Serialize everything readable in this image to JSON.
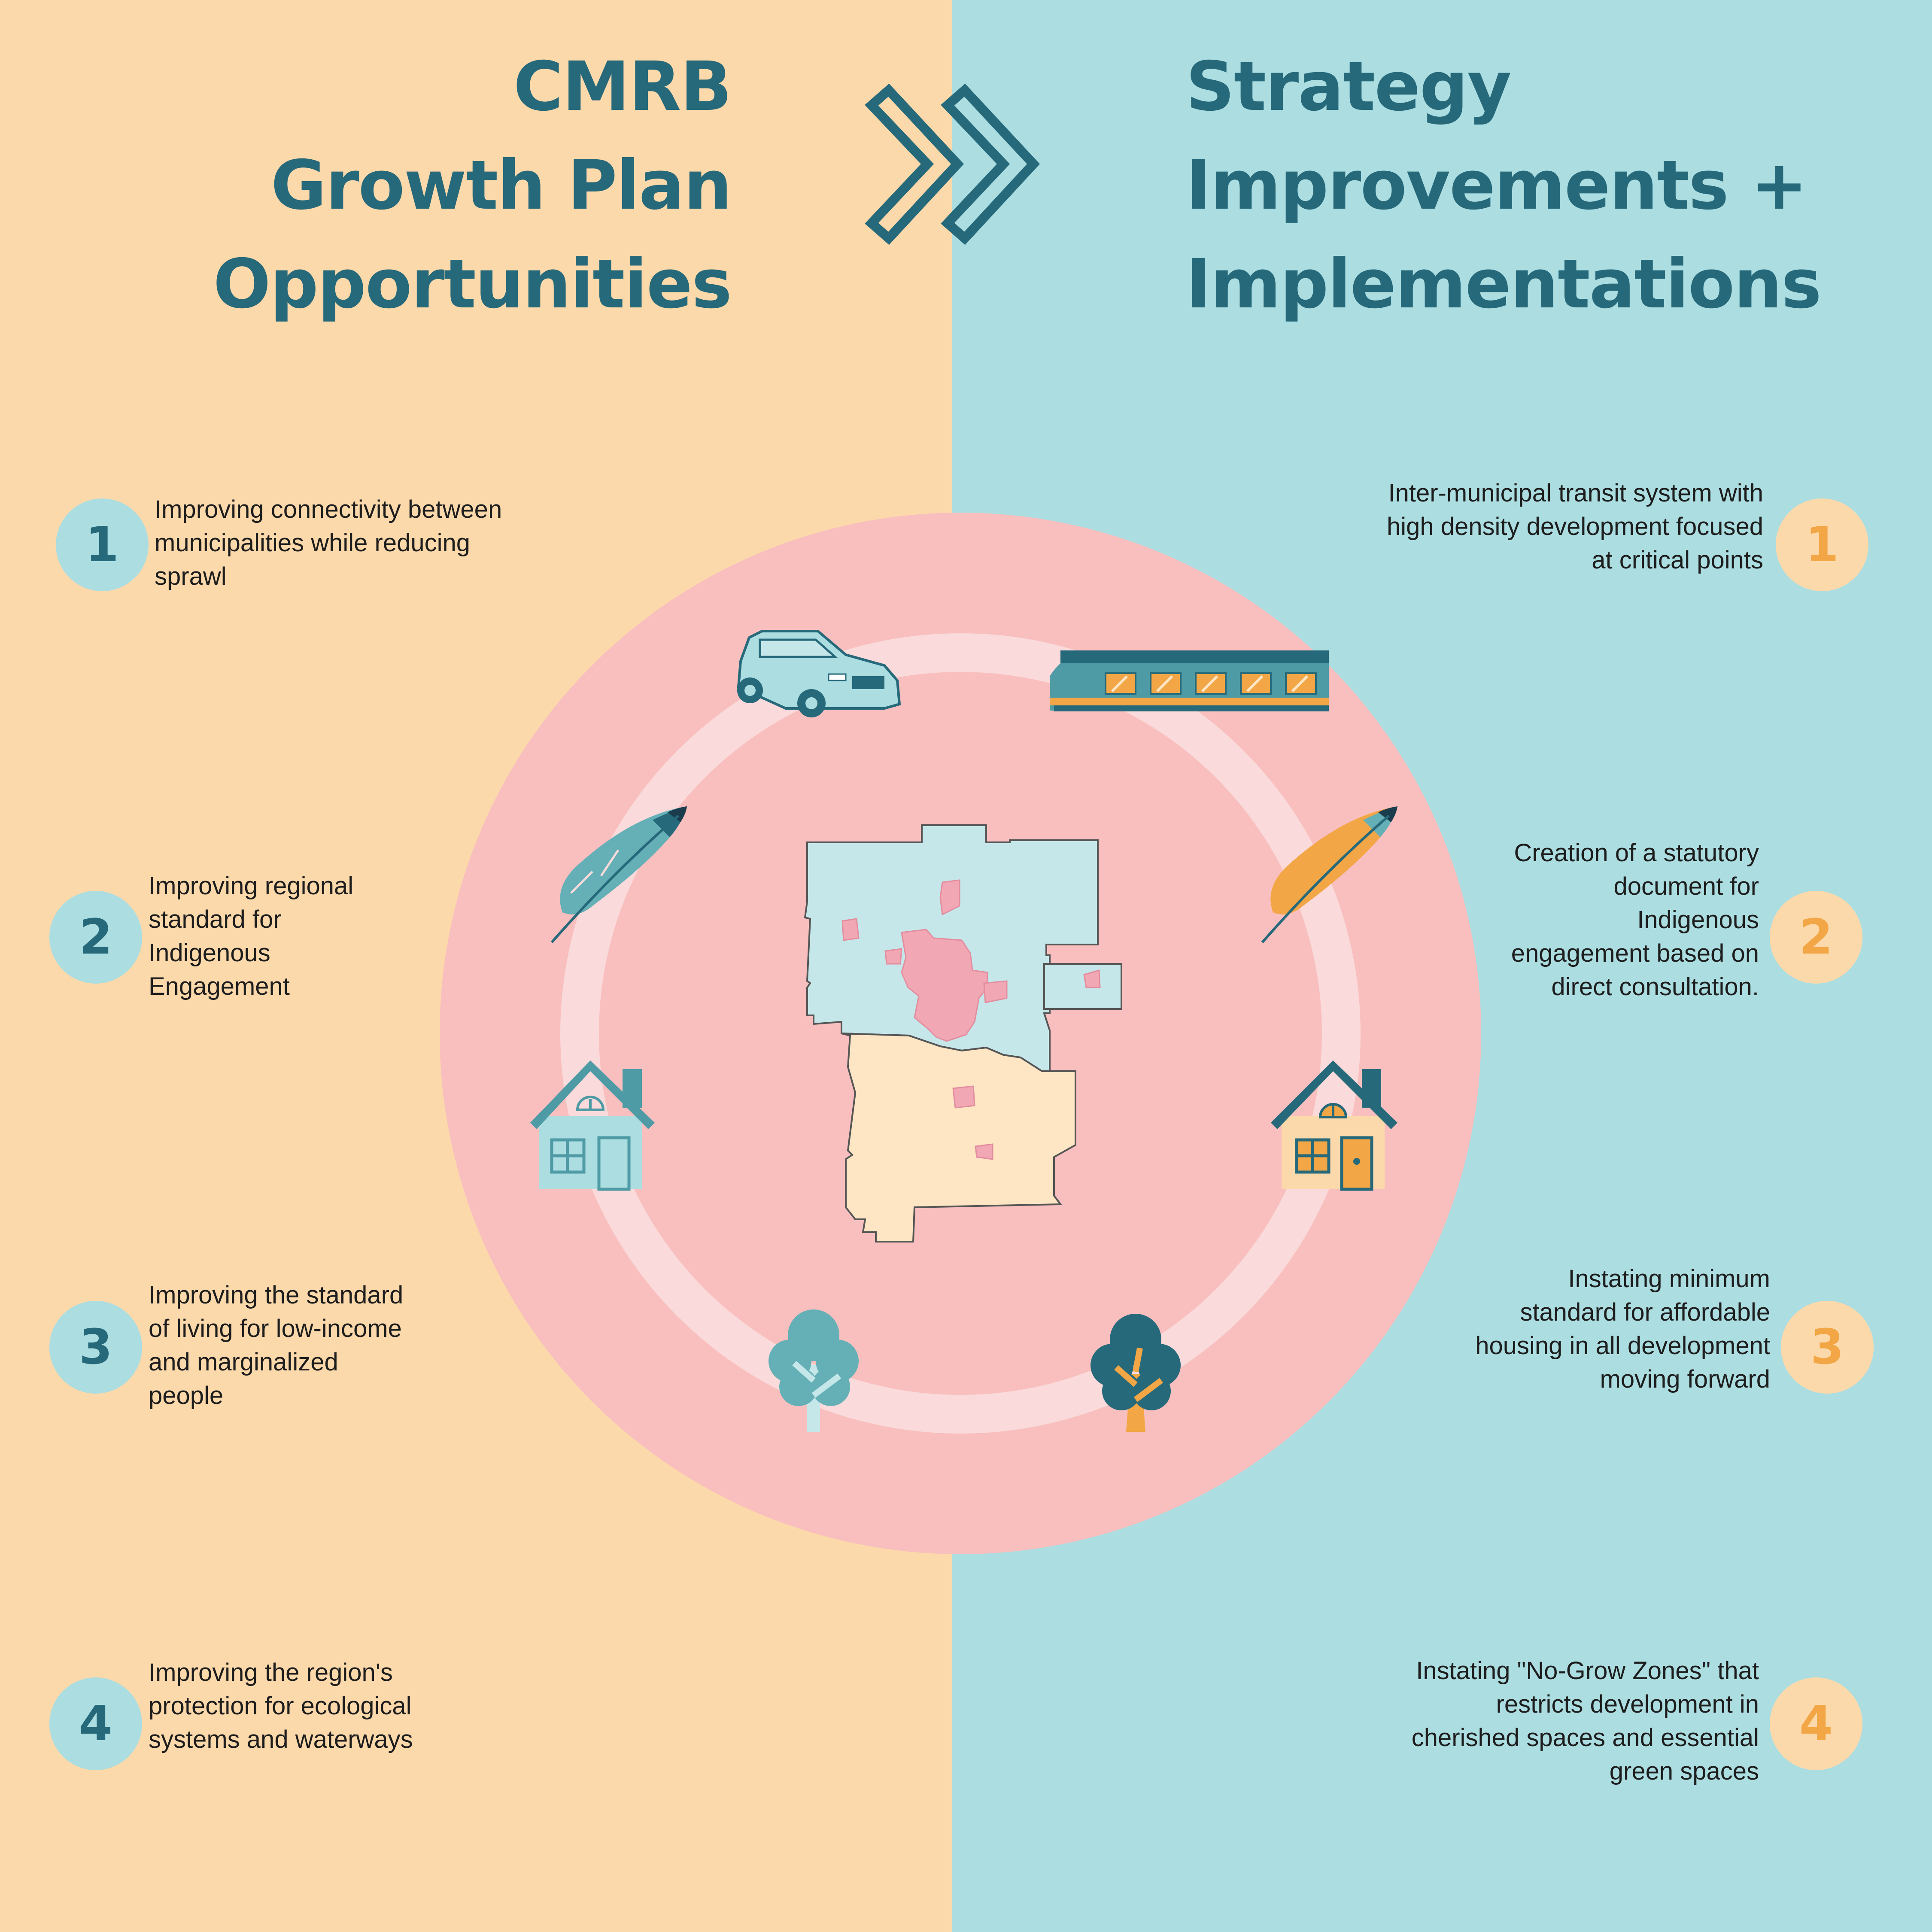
{
  "left_title": {
    "lines": [
      "CMRB",
      "Growth Plan",
      "Opportunities"
    ]
  },
  "right_title": {
    "lines": [
      "Strategy",
      "Improvements +",
      "Implementations"
    ]
  },
  "opportunities": [
    {
      "number": "1",
      "text": "Improving connectivity between municipalities while reducing sprawl"
    },
    {
      "number": "2",
      "text": "Improving regional standard for Indigenous Engagement"
    },
    {
      "number": "3",
      "text": "Improving the standard of living for low-income and marginalized people"
    },
    {
      "number": "4",
      "text": "Improving the region's protection for ecological systems and waterways"
    }
  ],
  "strategies": [
    {
      "number": "1",
      "text": "Inter-municipal transit system with high density development focused at critical points"
    },
    {
      "number": "2",
      "text": "Creation of a statutory document for Indigenous engagement based on direct consultation."
    },
    {
      "number": "3",
      "text": "Instating minimum standard for affordable housing in all development moving forward"
    },
    {
      "number": "4",
      "text": "Instating \"No-Grow  Zones\" that restricts development in cherished spaces and essential green spaces"
    }
  ],
  "icons": {
    "arrows": "double-chevron-right-icon",
    "car": "car-icon",
    "train": "train-icon",
    "left_feather": "feather-icon",
    "right_feather": "feather-icon",
    "left_house": "house-icon",
    "right_house": "house-icon",
    "left_tree": "tree-icon",
    "right_tree": "tree-icon",
    "map": "region-map"
  },
  "colors": {
    "left_bg": "#fcd9ab",
    "right_bg": "#acdde1",
    "title": "#26697a",
    "circle": "#f8bfbe",
    "ring": "#fadada",
    "orange_accent": "#f2a645"
  }
}
